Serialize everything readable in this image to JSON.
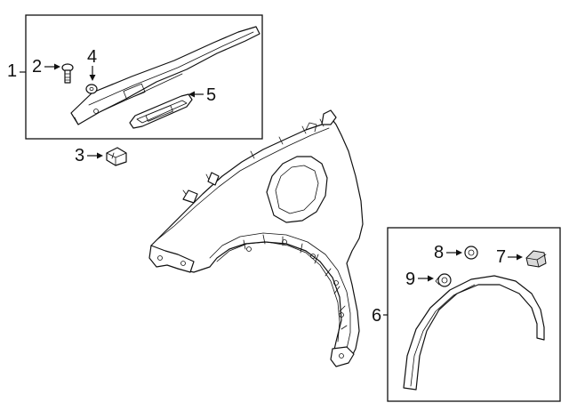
{
  "callouts": {
    "c1": "1",
    "c2": "2",
    "c3": "3",
    "c4": "4",
    "c5": "5",
    "c6": "6",
    "c7": "7",
    "c8": "8",
    "c9": "9"
  },
  "colors": {
    "line": "#111111",
    "background": "#ffffff",
    "fill_gray": "#d9d9d9"
  }
}
